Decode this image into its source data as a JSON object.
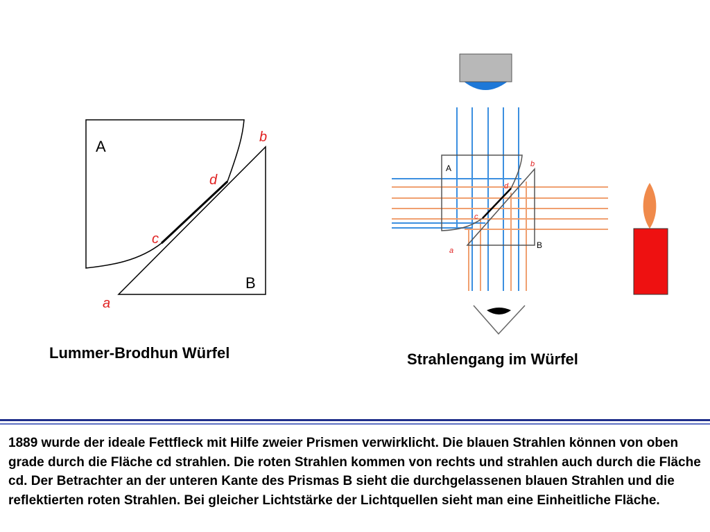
{
  "diagram_left": {
    "caption": "Lummer-Brodhun Würfel",
    "labels": {
      "prism_a": "A",
      "prism_b": "B",
      "point_a": "a",
      "point_b": "b",
      "point_c": "c",
      "point_d": "d"
    }
  },
  "diagram_right": {
    "caption": "Strahlengang im Würfel",
    "labels": {
      "prism_a": "A",
      "prism_b": "B",
      "point_a": "a",
      "point_b": "b",
      "point_c": "c",
      "point_d": "d"
    }
  },
  "colors": {
    "blue_rays": "#3b8fe0",
    "orange_rays": "#f0a070",
    "point_labels": "#e02020",
    "candle": "#ee1111",
    "flame": "#f08a4b",
    "lamp_housing": "#b8b8b8",
    "lamp_lens": "#1e78d8",
    "rule": "#1f2f8a"
  },
  "body_text": "1889 wurde der ideale Fettfleck mit Hilfe zweier Prismen verwirklicht. Die blauen Strahlen können von oben grade durch die Fläche cd strahlen. Die roten Strahlen kommen von rechts und strahlen auch durch die Fläche cd. Der Betrachter an der unteren Kante des Prismas B sieht die durchgelassenen blauen Strahlen und die reflektierten roten Strahlen. Bei gleicher Lichtstärke der Lichtquellen sieht man eine Einheitliche Fläche."
}
